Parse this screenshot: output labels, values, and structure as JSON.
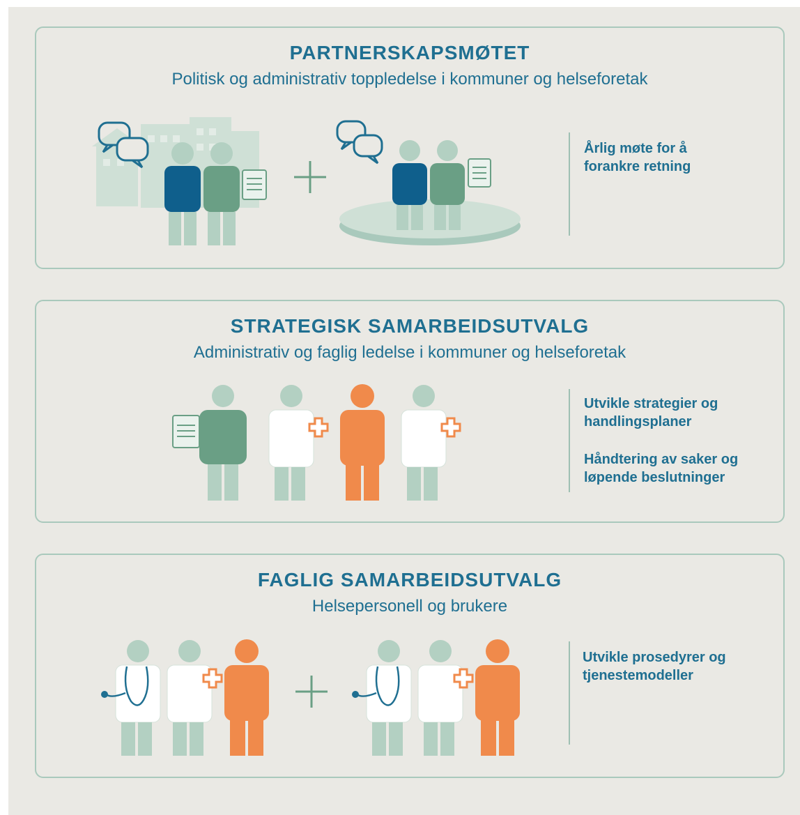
{
  "colors": {
    "background": "#eae9e4",
    "panel_border": "#a9c9bc",
    "heading": "#1f6f91",
    "person_blue": "#0f5f8c",
    "person_green": "#6a9f85",
    "person_light": "#b3d0c2",
    "person_orange": "#f08a4b",
    "doctor_white": "#ffffff",
    "cross_orange": "#f08a4b"
  },
  "panels": [
    {
      "title": "PARTNERSKAPSMØTET",
      "subtitle": "Politisk og administrativ toppledelse i kommuner og helseforetak",
      "notes": [
        "Årlig møte for å forankre retning"
      ],
      "icons": [
        "building-icon",
        "speech-bubbles-icon",
        "people-icon",
        "document-icon",
        "plus-icon",
        "platform-icon"
      ]
    },
    {
      "title": "STRATEGISK SAMARBEIDSUTVALG",
      "subtitle": "Administrativ og faglig ledelse i kommuner og helseforetak",
      "notes": [
        "Utvikle strategier og handlingsplaner",
        "Håndtering av saker og løpende beslutninger"
      ],
      "icons": [
        "document-icon",
        "person-icon",
        "doctor-icon",
        "user-icon"
      ]
    },
    {
      "title": "FAGLIG SAMARBEIDSUTVALG",
      "subtitle": "Helsepersonell og brukere",
      "notes": [
        "Utvikle prosedyrer og tjenestemodeller"
      ],
      "icons": [
        "doctor-stethoscope-icon",
        "doctor-icon",
        "user-icon",
        "plus-icon"
      ]
    }
  ]
}
